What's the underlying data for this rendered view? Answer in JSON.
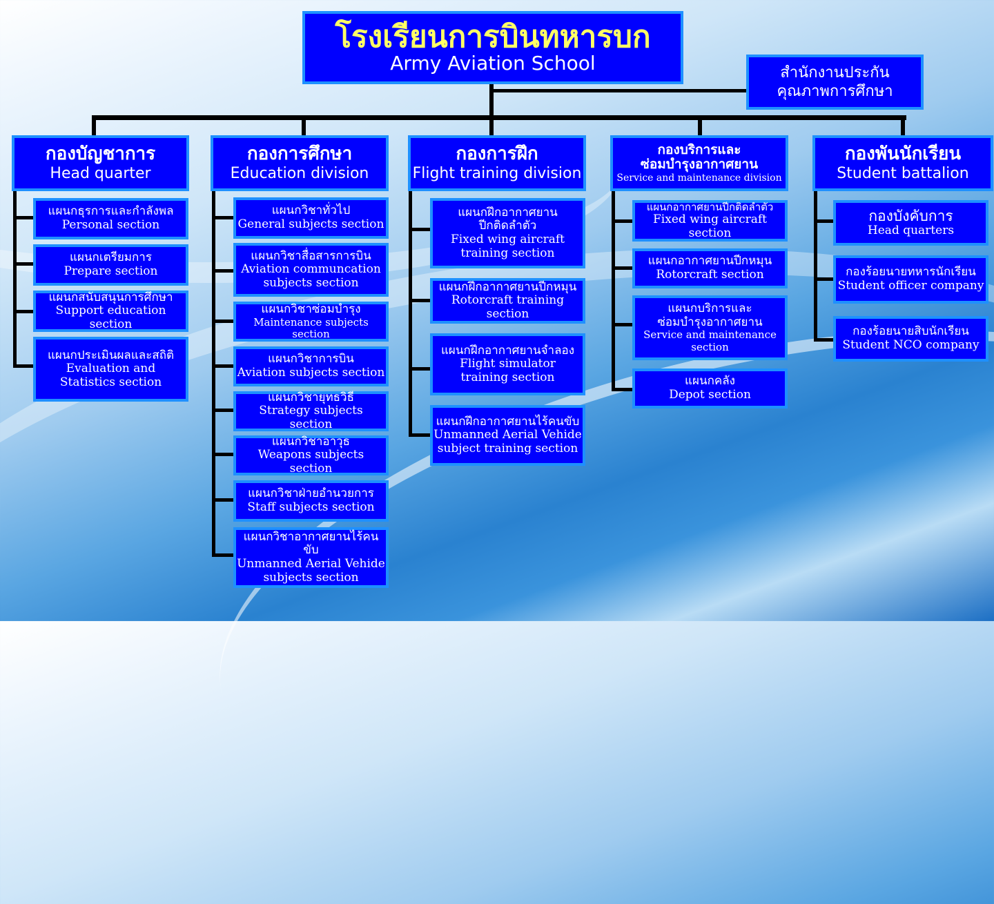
{
  "school": {
    "th": "โรงเรียนการบินทหารบก",
    "en": "Army Aviation School"
  },
  "qa_office": {
    "line1": "สำนักงานประกัน",
    "line2": "คุณภาพการศึกษา"
  },
  "hq": {
    "th": "กองบัญชาการ",
    "en": "Head quarter",
    "sections": [
      {
        "th": "แผนกธุรการและกำลังพล",
        "en": "Personal section"
      },
      {
        "th": "แผนกเตรียมการ",
        "en": "Prepare section"
      },
      {
        "th": "แผนกสนับสนุนการศึกษา",
        "en": "Support education section"
      },
      {
        "th": "แผนกประเมินผลและสถิติ",
        "en": "Evaluation and",
        "en2": "Statistics section"
      }
    ]
  },
  "edu": {
    "th": "กองการศึกษา",
    "en": "Education division",
    "sections": [
      {
        "th": "แผนกวิชาทั่วไป",
        "en": "General subjects section"
      },
      {
        "th": "แผนกวิชาสื่อสารการบิน",
        "en": "Aviation communcation",
        "en2": "subjects section"
      },
      {
        "th": "แผนกวิชาซ่อมบำรุง",
        "en": "Maintenance subjects section"
      },
      {
        "th": "แผนกวิชาการบิน",
        "en": "Aviation subjects section"
      },
      {
        "th": "แผนกวิชายุทธวิธี",
        "en": "Strategy subjects section"
      },
      {
        "th": "แผนกวิชาอาวุธ",
        "en": "Weapons subjects section"
      },
      {
        "th": "แผนกวิชาฝ่ายอำนวยการ",
        "en": "Staff subjects section"
      },
      {
        "th": "แผนกวิชาอากาศยานไร้คนขับ",
        "en": "Unmanned Aerial Vehide",
        "en2": "subjects section"
      }
    ]
  },
  "flight": {
    "th": "กองการฝึก",
    "en": "Flight training division",
    "sections": [
      {
        "th": "แผนกฝึกอากาศยาน",
        "th2": "ปีกติดลำตัว",
        "en": "Fixed wing aircraft",
        "en2": "training section"
      },
      {
        "th": "แผนกฝึกอากาศยานปีกหมุน",
        "en": "Rotorcraft training section"
      },
      {
        "th": "แผนกฝึกอากาศยานจำลอง",
        "en": "Flight simulator",
        "en2": "training section"
      },
      {
        "th": "แผนกฝึกอากาศยานไร้คนขับ",
        "en": "Unmanned Aerial Vehide",
        "en2": "subject training section"
      }
    ]
  },
  "service": {
    "th": "กองบริการและ",
    "th2": "ซ่อมบำรุงอากาศยาน",
    "en": "Service and maintenance division",
    "sections": [
      {
        "th": "แผนกอากาศยานปีกติดลำตัว",
        "en": "Fixed wing aircraft section"
      },
      {
        "th": "แผนกอากาศยานปีกหมุน",
        "en": "Rotorcraft section"
      },
      {
        "th": "แผนกบริการและ",
        "th2": "ซ่อมบำรุงอากาศยาน",
        "en": "Service and maintenance",
        "en2": "section"
      },
      {
        "th": "แผนกคลัง",
        "en": "Depot section"
      }
    ]
  },
  "student": {
    "th": "กองพันนักเรียน",
    "en": "Student battalion",
    "sections": [
      {
        "th": "กองบังคับการ",
        "en": "Head quarters"
      },
      {
        "th": "กองร้อยนายทหารนักเรียน",
        "en": "Student officer company"
      },
      {
        "th": "กองร้อยนายสิบนักเรียน",
        "en": "Student NCO company"
      }
    ]
  },
  "colors": {
    "box_fill": "#0000ff",
    "box_border": "#1e90ff",
    "title_thai": "#ffff66",
    "connector": "#000000"
  }
}
